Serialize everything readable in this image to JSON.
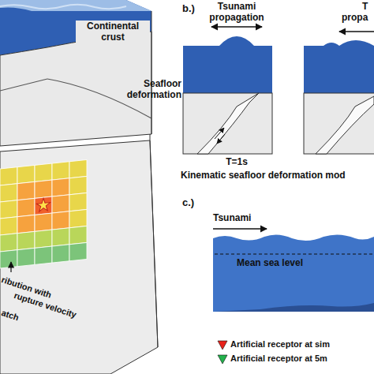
{
  "diagram": {
    "labels": [
      "b.)",
      "Tsunami propagation",
      "T",
      "propa",
      "Seafloor deformation",
      "T=1s",
      "Kinematic seafloor deformation mod",
      "c.)",
      "Tsunami",
      "Mean sea level",
      "Continental crust",
      "ribution with",
      "rupture velocity",
      "atch"
    ],
    "legend": [
      {
        "text": "Artificial receptor at sim"
      },
      {
        "text": "Artificial receptor at 5m"
      }
    ]
  }
}
